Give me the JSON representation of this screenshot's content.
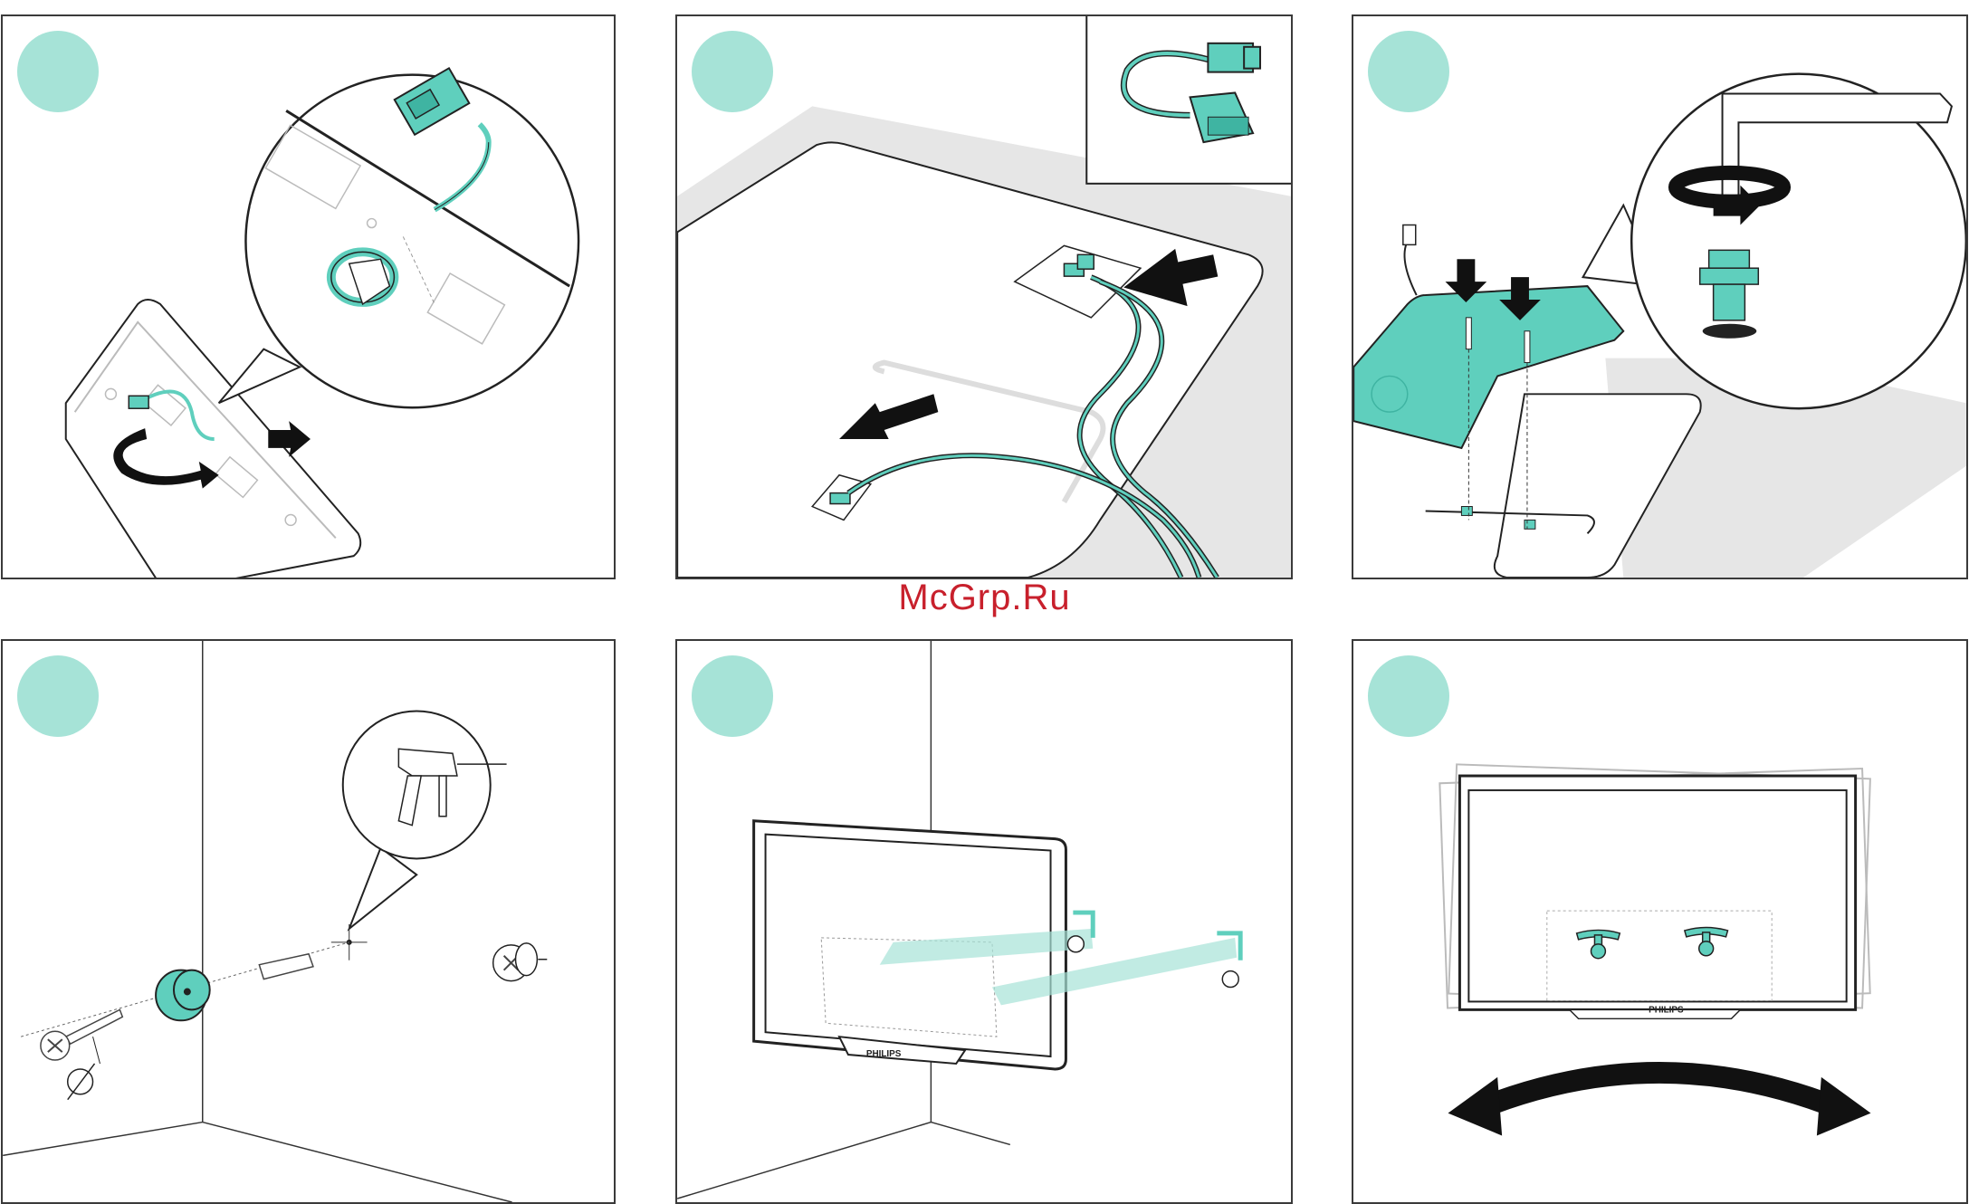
{
  "watermark": "McGrp.Ru",
  "brand_label": "PHILIPS",
  "colors": {
    "accent": "#5fcfbd",
    "badge": "#a6e3d7",
    "line": "#222222",
    "shadow": "#e6e6e6",
    "watermark": "#c8202c"
  },
  "steps": [
    {
      "id": "step-1",
      "illustration": "connect-cable-to-tv-back"
    },
    {
      "id": "step-2",
      "illustration": "route-cable-through-stand"
    },
    {
      "id": "step-3",
      "illustration": "screw-stand-with-hex-key"
    },
    {
      "id": "step-4",
      "illustration": "drill-and-mount-wall-bracket"
    },
    {
      "id": "step-5",
      "illustration": "hang-tv-on-wall-screws"
    },
    {
      "id": "step-6",
      "illustration": "swivel-tv"
    }
  ]
}
